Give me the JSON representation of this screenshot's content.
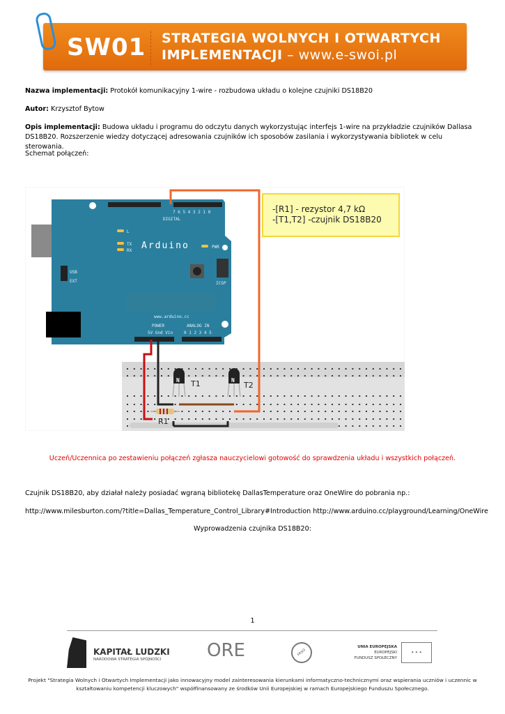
{
  "header": {
    "logo": "SW01",
    "line1": "STRATEGIA WOLNYCH I OTWARTYCH",
    "line2_bold": "IMPLEMENTACJI",
    "line2_rest": " – www.e-swoi.pl"
  },
  "meta": {
    "name_label": "Nazwa implementacji:",
    "name_value": " Protokół komunikacyjny 1-wire - rozbudowa układu o kolejne czujniki DS18B20",
    "author_label": "Autor:",
    "author_value": " Krzysztof Bytow",
    "desc_label": "Opis implementacji:",
    "desc_value": " Budowa układu i programu do odczytu danych wykorzystując interfejs 1-wire na przykładzie czujników Dallasa DS18B20. Rozszerzenie wiedzy dotyczącej adresowania czujników ich sposobów zasilania i wykorzystywania bibliotek w celu sterowania.",
    "schema_label": "Schemat połączeń:"
  },
  "diagram": {
    "note_line1": "-[R1] - rezystor 4,7 kΩ",
    "note_line2": "-[T1,T2] -czujnik DS18B20",
    "board_name": "Arduino",
    "board_url": "www.arduino.cc",
    "labels": {
      "digital": "DIGITAL",
      "power": "POWER",
      "analog": "ANALOG IN",
      "icsp": "ICSP",
      "usb": "USB",
      "ext": "EXT",
      "pwr": "PWR",
      "tx": "TX",
      "rx": "RX",
      "l": "L",
      "pins_power": "5V Gnd Vin",
      "pins_analog": "0 1 2 3 4 5",
      "pins_digital": "7 6 5 4 3 2 1 0"
    },
    "t1": "T1",
    "t2": "T2",
    "r1": "R1",
    "n": "N"
  },
  "body": {
    "warning": "Uczeń/Uczennica po zestawieniu połączeń zgłasza nauczycielowi gotowość do sprawdzenia układu i wszystkich połączeń.",
    "library_note": "Czujnik DS18B20, aby działał należy posiadać wgraną bibliotekę DallasTemperature oraz OneWire do pobrania np.:",
    "links": "http://www.milesburton.com/?title=Dallas_Temperature_Control_Library#Introduction http://www.arduino.cc/playground/Learning/OneWire",
    "pinout_title": "Wyprowadzenia czujnika DS18B20:"
  },
  "page_number": "1",
  "footer": {
    "kl_title": "KAPITAŁ LUDZKI",
    "kl_sub": "NARODOWA STRATEGIA SPÓJNOŚCI",
    "ore": "ORE",
    "frso": "FRSO",
    "eu1": "UNIA EUROPEJSKA",
    "eu2": "EUROPEJSKI",
    "eu3": "FUNDUSZ SPOŁECZNY",
    "text": "Projekt \"Strategia Wolnych i Otwartych Implementacji jako innowacyjny model zainteresowania kierunkami informatyczno-technicznymi oraz wspierania uczniów i uczennic w kształtowaniu kompetencji kluczowych\" współfinansowany ze środków Unii Europejskiej w ramach Europejskiego Funduszu Społecznego."
  },
  "colors": {
    "banner": "#ee7d14",
    "board": "#2a7f9e",
    "note_bg": "#fdfbb0",
    "warning": "#e00000",
    "wire_orange": "#f0662a",
    "wire_red": "#c81010"
  }
}
